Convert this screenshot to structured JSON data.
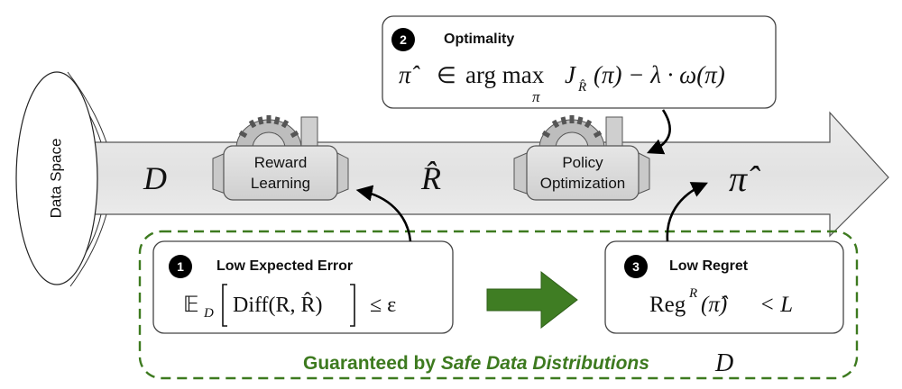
{
  "data_space": {
    "label": "Data Space"
  },
  "pipeline": {
    "d_symbol": "D",
    "r_hat_symbol": "R̂",
    "pi_hat_symbol": "π̂"
  },
  "modules": {
    "reward_learning": {
      "line1": "Reward",
      "line2": "Learning"
    },
    "policy_optimization": {
      "line1": "Policy",
      "line2": "Optimization"
    }
  },
  "boxes": {
    "optimality": {
      "number": "2",
      "title": "Optimality",
      "formula": "π̂  ∈  arg max J_R̂(π) − λ · ω(π)",
      "f_pi_hat": "π̂",
      "f_in": "∈",
      "f_argmax": "arg max",
      "f_sub_pi": "π",
      "f_J": "J",
      "f_J_sub": "R̂",
      "f_rest": "(π) − λ · ω(π)"
    },
    "low_expected_error": {
      "number": "1",
      "title": "Low Expected Error",
      "formula": "𝔼_D [ Diff(R, R̂) ]  ≤  ε",
      "f_E": "𝔼",
      "f_E_sub": "D",
      "f_diff": "Diff(R, R̂)",
      "f_rel": "≤  ε"
    },
    "low_regret": {
      "number": "3",
      "title": "Low Regret",
      "formula": "Reg^R (π̂)  <  L",
      "f_reg": "Reg",
      "f_reg_sup": "R",
      "f_arg": "(π̂)",
      "f_rel": "<  L"
    }
  },
  "guarantee": {
    "text": "Guaranteed by",
    "italic_text": "Safe Data Distributions",
    "symbol": "D"
  },
  "colors": {
    "green": "#3d7a1f",
    "arrow_green": "#3f7d23",
    "band_fill": "#e4e4e4",
    "module_fill": "#d9d9d9",
    "box_stroke": "#444444"
  }
}
